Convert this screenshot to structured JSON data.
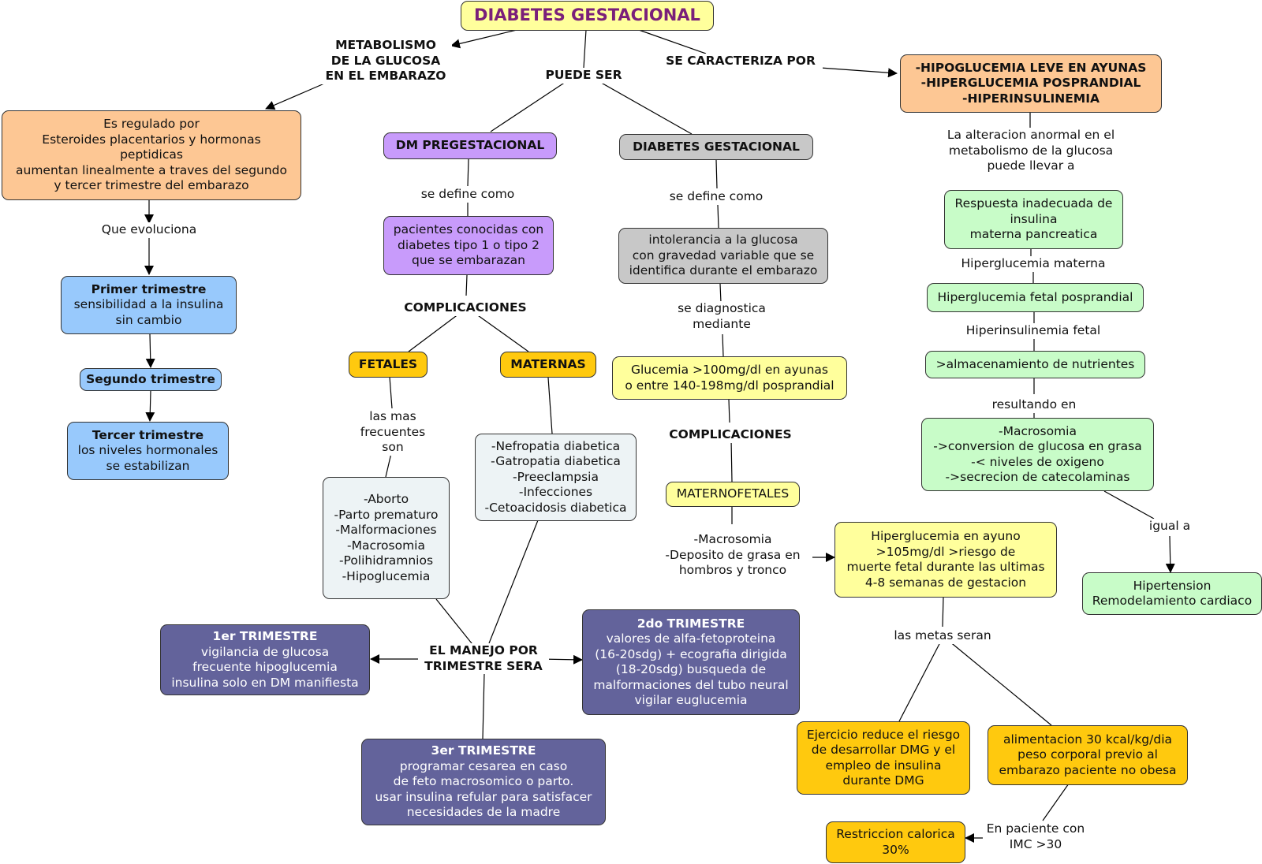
{
  "title": "DIABETES GESTACIONAL",
  "links": {
    "metabolismo": "METABOLISMO\nDE LA GLUCOSA\nEN EL EMBARAZO",
    "puede_ser": "PUEDE SER",
    "se_caracteriza": "SE CARACTERIZA POR",
    "que_evoluciona": "Que evoluciona",
    "se_define_1": "se define como",
    "se_define_2": "se define como",
    "complicaciones_1": "COMPLICACIONES",
    "complicaciones_2": "COMPLICACIONES",
    "se_diagnostica": "se diagnostica\nmediante",
    "las_mas_frecuentes": "las mas\nfrecuentes\nson",
    "el_manejo": "EL MANEJO POR\nTRIMESTRE SERA",
    "alteracion": "La alteracion anormal en el\nmetabolismo de la glucosa\npuede llevar a",
    "hiperglucemia_materna": "Hiperglucemia materna",
    "hiperinsulinemia_fetal": "Hiperinsulinemia fetal",
    "resultando_en": "resultando en",
    "igual_a": "igual a",
    "las_metas": "las metas seran",
    "macrosomia_deposito": "-Macrosomia\n-Deposito de grasa en\nhombros y tronco",
    "en_paciente": "En paciente con\nIMC >30"
  },
  "nodes": {
    "regulado": "Es regulado por\nEsteroides placentarios y hormonas\npeptidicas\naumentan linealmente a traves del segundo\ny tercer trimestre del embarazo",
    "primer_title": "Primer trimestre",
    "primer_text": "sensibilidad a la insulina\nsin cambio",
    "segundo_title": "Segundo trimestre",
    "tercer_title": "Tercer trimestre",
    "tercer_text": "los niveles hormonales\nse estabilizan",
    "dm_pregestacional": "DM PREGESTACIONAL",
    "pacientes": "pacientes conocidas con\ndiabetes tipo 1 o tipo 2\nque se embarazan",
    "fetales": "FETALES",
    "maternas": "MATERNAS",
    "fetales_list": "-Aborto\n-Parto prematuro\n-Malformaciones\n-Macrosomia\n-Polihidramnios\n-Hipoglucemia",
    "maternas_list": "-Nefropatia diabetica\n-Gatropatia diabetica\n-Preeclampsia\n-Infecciones\n-Cetoacidosis diabetica",
    "diabetes_gestacional": "DIABETES GESTACIONAL",
    "intolerancia": "intolerancia a la glucosa\ncon gravedad variable que se\nidentifica durante el embarazo",
    "glucemia": "Glucemia >100mg/dl en ayunas\no entre 140-198mg/dl posprandial",
    "maternofetales": "MATERNOFETALES",
    "hipo_hiper": "-HIPOGLUCEMIA LEVE EN AYUNAS\n-HIPERGLUCEMIA POSPRANDIAL\n-HIPERINSULINEMIA",
    "respuesta": "Respuesta inadecuada de\ninsulina\nmaterna pancreatica",
    "hiperglucemia_fetal": "Hiperglucemia fetal posprandial",
    "almacenamiento": ">almacenamiento de nutrientes",
    "macrosomia_box": "-Macrosomia\n->conversion de glucosa en grasa\n-< niveles de oxigeno\n->secrecion de catecolaminas",
    "hipertension": "Hipertension\nRemodelamiento cardiaco",
    "hiperglucemia_ayuno": "Hiperglucemia en ayuno\n>105mg/dl >riesgo de\nmuerte fetal durante las ultimas\n4-8 semanas de gestacion",
    "ejercicio": "Ejercicio reduce el riesgo\nde desarrollar DMG y el\nempleo de insulina\ndurante DMG",
    "alimentacion": "alimentacion 30 kcal/kg/dia\npeso corporal previo al\nembarazo paciente no obesa",
    "restriccion": "Restriccion calorica\n30%",
    "t1_title": "1er TRIMESTRE",
    "t1_text": "vigilancia de glucosa\nfrecuente hipoglucemia\ninsulina solo en DM manifiesta",
    "t2_title": "2do TRIMESTRE",
    "t2_text": "valores de alfa-fetoproteina\n(16-20sdg) + ecografia dirigida\n(18-20sdg) busqueda de\nmalformaciones del tubo neural\nvigilar euglucemia",
    "t3_title": "3er TRIMESTRE",
    "t3_text": "programar cesarea en caso\nde feto macrosomico o parto.\nusar insulina refular para satisfacer\nnecesidades de la madre"
  }
}
